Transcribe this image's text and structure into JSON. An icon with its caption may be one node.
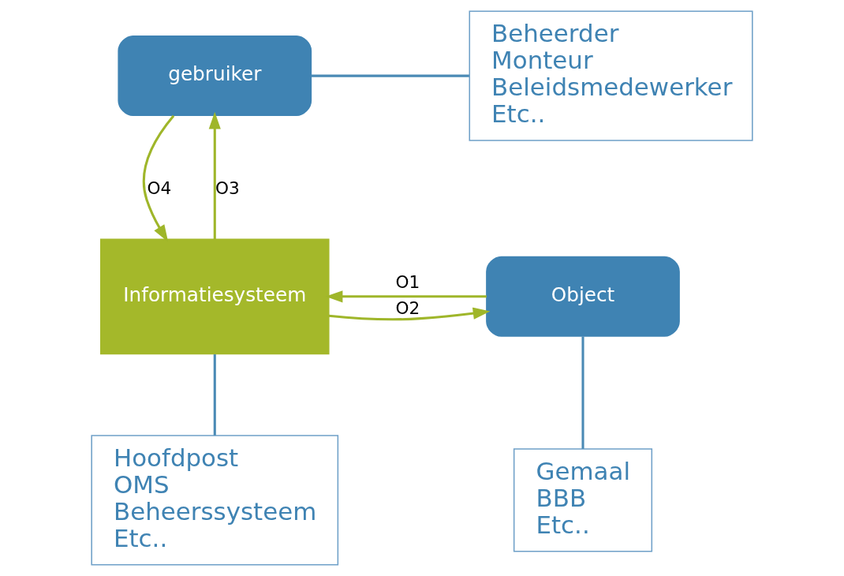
{
  "diagram": {
    "nodes": [
      {
        "text": [
          "gebruiker"
        ]
      },
      {
        "text": [
          "Beheerder",
          "Monteur",
          "Beleidsmedewerker",
          "Etc.."
        ]
      },
      {
        "text": [
          "Object"
        ]
      },
      {
        "text": [
          "Informatiesysteem"
        ]
      },
      {
        "text": [
          "Gemaal",
          "BBB",
          "Etc.."
        ]
      },
      {
        "text": [
          "Hoofdpost",
          "OMS",
          "Beheerssysteem",
          "Etc.."
        ]
      }
    ],
    "edges": [
      {
        "from": 0,
        "to": 1,
        "arrow": "none",
        "color": "#4a8ab5"
      },
      {
        "from": 0,
        "to": 3,
        "arrow": "to",
        "label": "O4"
      },
      {
        "from": 3,
        "to": 0,
        "arrow": "to",
        "label": "O3"
      },
      {
        "from": 2,
        "to": 3,
        "arrow": "to",
        "label": "O1"
      },
      {
        "from": 3,
        "to": 2,
        "arrow": "to",
        "label": "O2"
      },
      {
        "from": 2,
        "to": 4,
        "arrow": "none",
        "color": "#4a8ab5"
      },
      {
        "from": 3,
        "to": 5,
        "arrow": "none",
        "color": "#4a8ab5"
      }
    ]
  }
}
